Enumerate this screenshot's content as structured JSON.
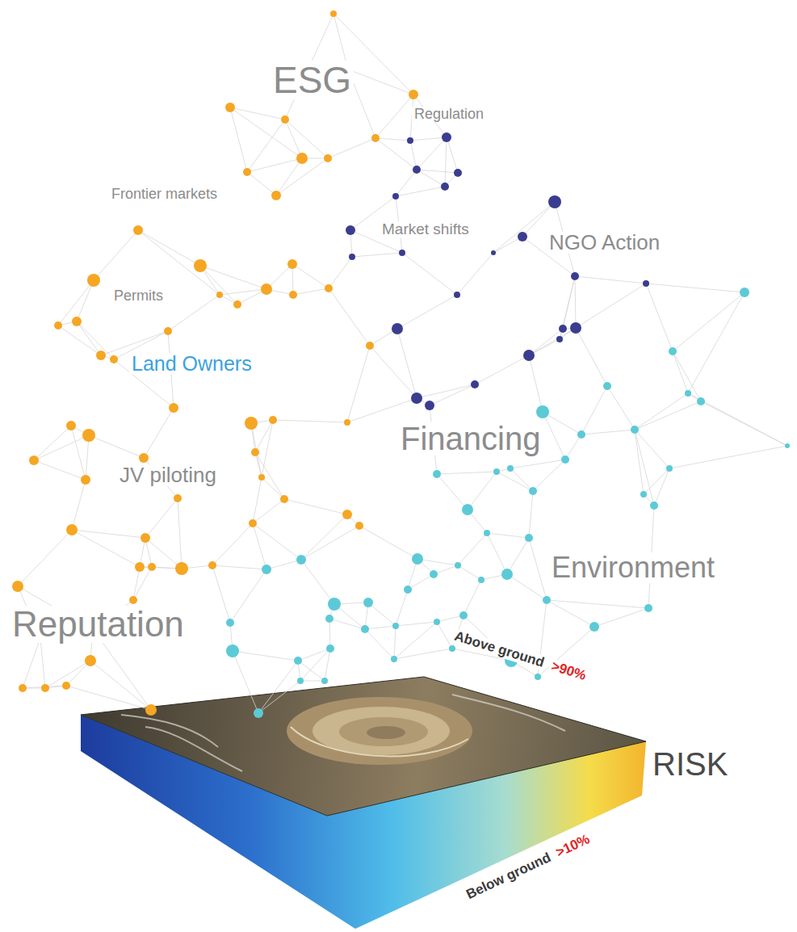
{
  "diagram": {
    "labels": [
      "ESG",
      "Regulation",
      "Frontier markets",
      "Market shifts",
      "NGO Action",
      "Permits",
      "Land Owners",
      "Financing",
      "JV piloting",
      "Environment",
      "Reputation",
      "Above ground",
      ">90%",
      "RISK",
      "Below ground",
      ">10%"
    ]
  }
}
